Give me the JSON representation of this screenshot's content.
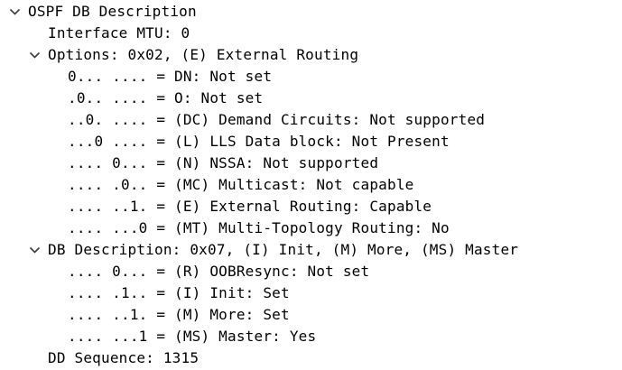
{
  "app": {
    "description": "Packet details tree pane (protocol dissection view)"
  },
  "colors": {
    "background": "#ffffff",
    "text": "#000000",
    "chevron": "#3c3c3c"
  },
  "tree": {
    "rows": [
      {
        "depth": 0,
        "expandable": true,
        "expanded": true,
        "label": "OSPF DB Description"
      },
      {
        "depth": 1,
        "expandable": false,
        "label": "Interface MTU: 0"
      },
      {
        "depth": 1,
        "expandable": true,
        "expanded": true,
        "label": "Options: 0x02, (E) External Routing"
      },
      {
        "depth": 2,
        "expandable": false,
        "label": "0... .... = DN: Not set"
      },
      {
        "depth": 2,
        "expandable": false,
        "label": ".0.. .... = O: Not set"
      },
      {
        "depth": 2,
        "expandable": false,
        "label": "..0. .... = (DC) Demand Circuits: Not supported"
      },
      {
        "depth": 2,
        "expandable": false,
        "label": "...0 .... = (L) LLS Data block: Not Present"
      },
      {
        "depth": 2,
        "expandable": false,
        "label": ".... 0... = (N) NSSA: Not supported"
      },
      {
        "depth": 2,
        "expandable": false,
        "label": ".... .0.. = (MC) Multicast: Not capable"
      },
      {
        "depth": 2,
        "expandable": false,
        "label": ".... ..1. = (E) External Routing: Capable"
      },
      {
        "depth": 2,
        "expandable": false,
        "label": ".... ...0 = (MT) Multi-Topology Routing: No"
      },
      {
        "depth": 1,
        "expandable": true,
        "expanded": true,
        "label": "DB Description: 0x07, (I) Init, (M) More, (MS) Master"
      },
      {
        "depth": 2,
        "expandable": false,
        "label": ".... 0... = (R) OOBResync: Not set"
      },
      {
        "depth": 2,
        "expandable": false,
        "label": ".... .1.. = (I) Init: Set"
      },
      {
        "depth": 2,
        "expandable": false,
        "label": ".... ..1. = (M) More: Set"
      },
      {
        "depth": 2,
        "expandable": false,
        "label": ".... ...1 = (MS) Master: Yes"
      },
      {
        "depth": 1,
        "expandable": false,
        "label": "DD Sequence: 1315"
      }
    ]
  }
}
